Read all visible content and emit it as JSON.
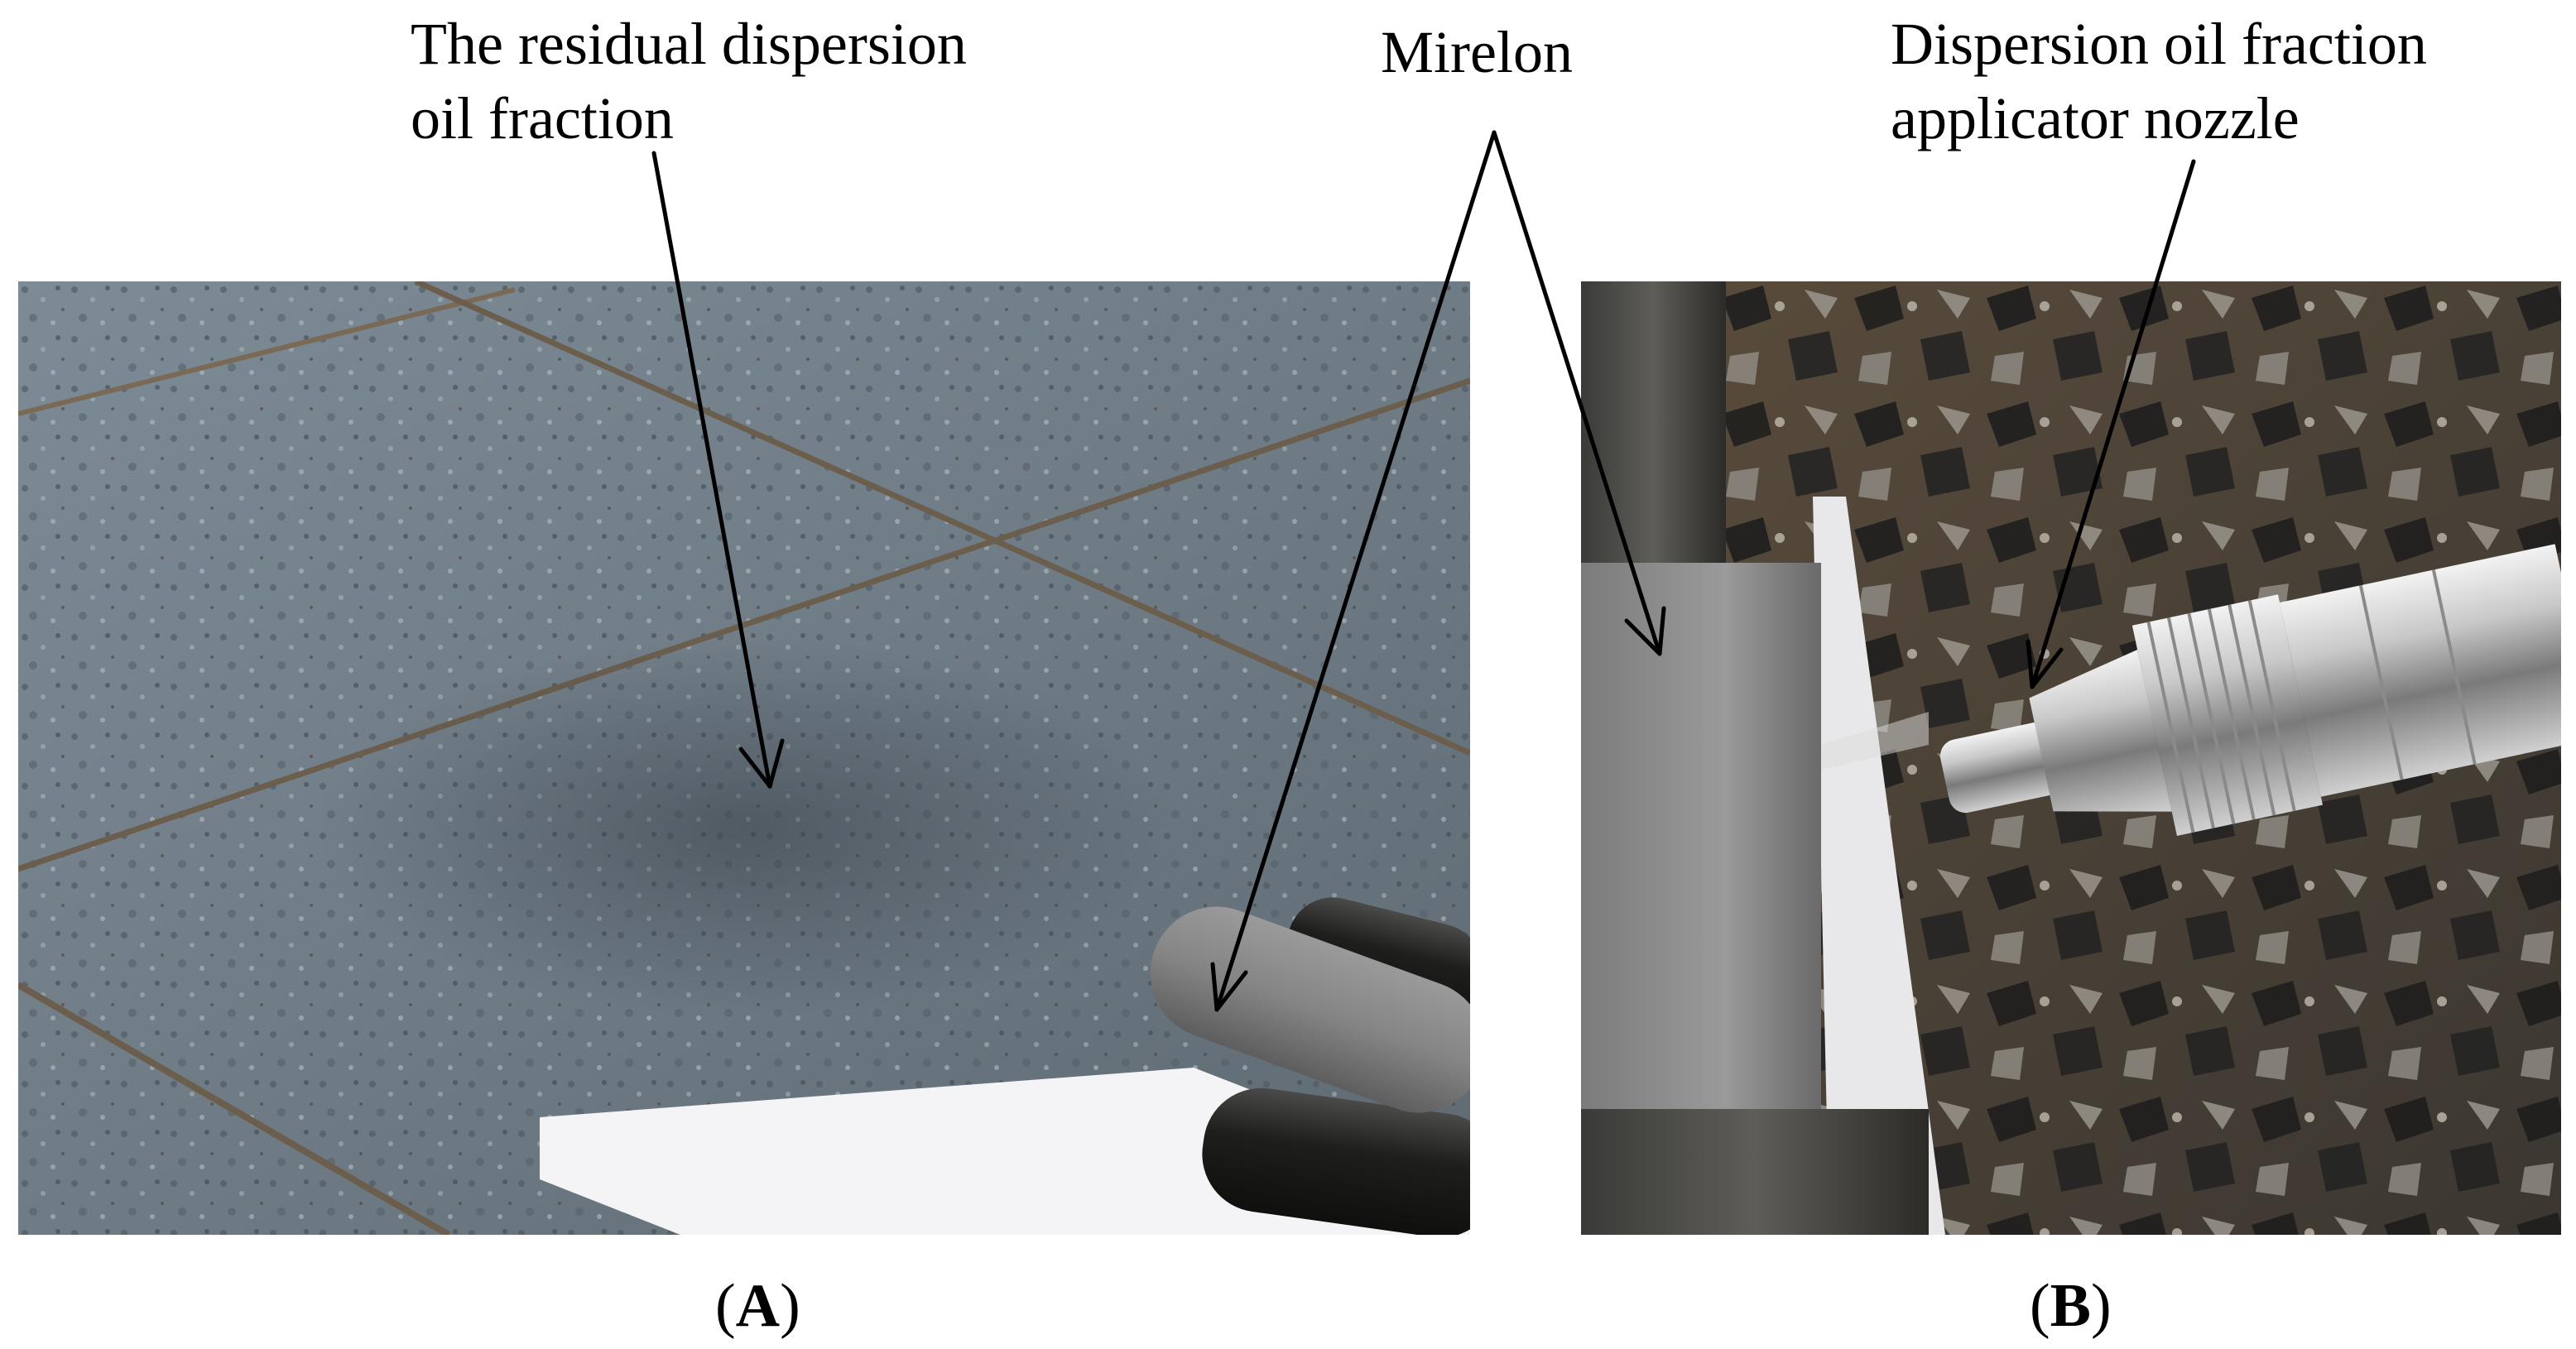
{
  "labels": {
    "residual_line1": "The residual dispersion",
    "residual_line2": "oil fraction",
    "mirelon": "Mirelon",
    "nozzle_line1": "Dispersion oil fraction",
    "nozzle_line2": "applicator nozzle"
  },
  "captions": {
    "a_open": "(",
    "a_letter": "A",
    "a_close": ")",
    "b_open": "(",
    "b_letter": "B",
    "b_close": ")"
  },
  "colors": {
    "terrazzo_grey": "#6f7b85",
    "grout": "#7a6a55",
    "terrazzo_dark": "#3b3731",
    "steel": "#c8c8c8",
    "paper": "#f4f4f6"
  }
}
